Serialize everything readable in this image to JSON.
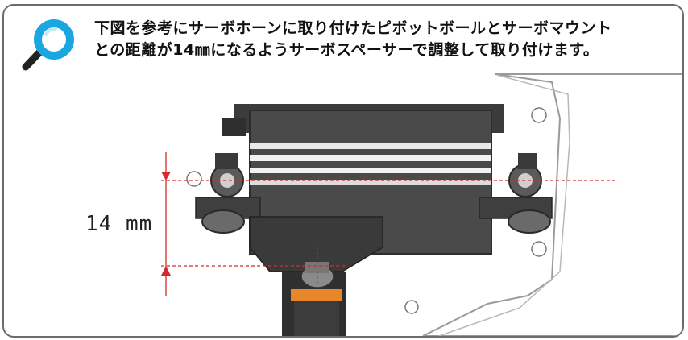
{
  "note": {
    "line1": "下図を参考にサーボホーンに取り付けたピボットボールとサーボマウント",
    "line2": "との距離が14㎜になるようサーボスペーサーで調整して取り付けます。"
  },
  "dimension": {
    "value": "14",
    "unit": "mm"
  },
  "icons": {
    "tip": "magnifier-icon"
  },
  "colors": {
    "frame": "#6b6b6b",
    "icon_ring": "#1aa7e0",
    "icon_handle": "#222222",
    "dimension_line": "#d42a2a",
    "servo_body": "#4a4a4a",
    "spacer": "#e8862a"
  }
}
